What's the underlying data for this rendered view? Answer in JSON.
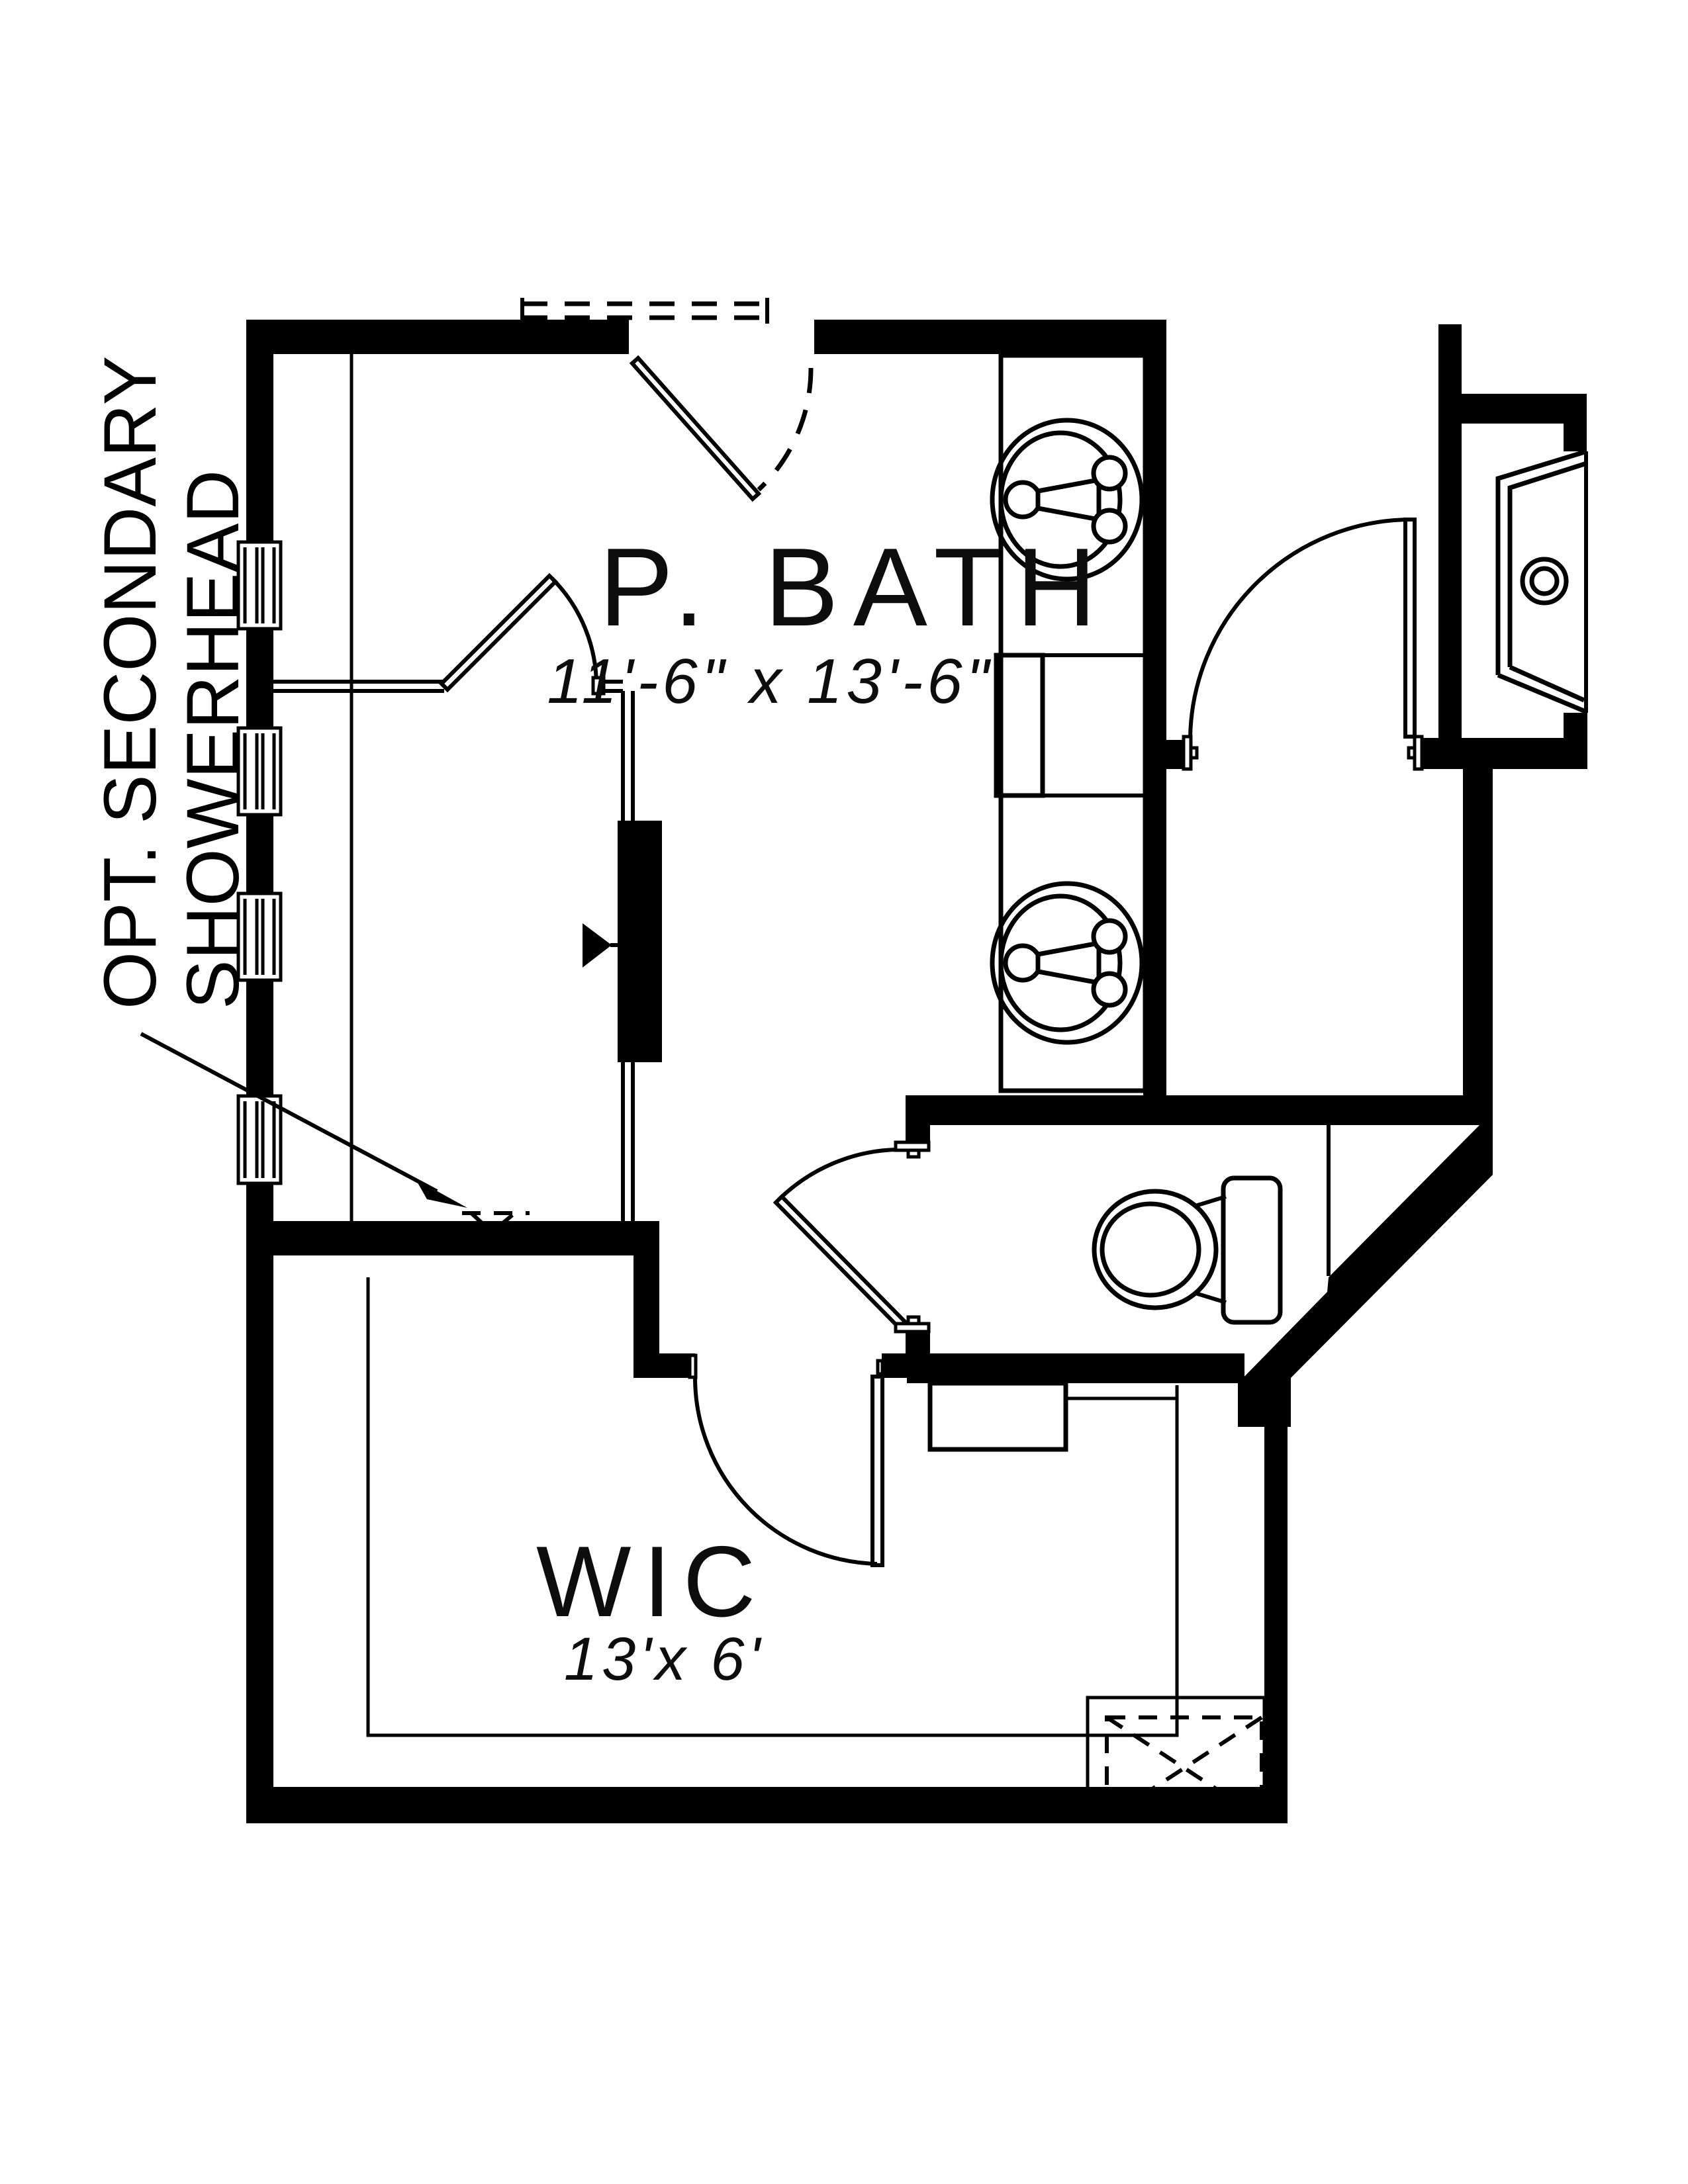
{
  "plan": {
    "type": "floor-plan",
    "rooms": {
      "bath": {
        "label": "P. BATH",
        "dimensions": "11'-6\" x 13'-6\""
      },
      "wic": {
        "label": "WIC",
        "dimensions": "13'x 6'"
      }
    },
    "annotations": {
      "secondary_showerhead_line1": "OPT. SECONDARY",
      "secondary_showerhead_line2": "SHOWERHEAD"
    },
    "fixtures": [
      "shower",
      "double-vanity-sinks",
      "toilet",
      "shower-stall-with-drain",
      "attic-access"
    ],
    "colors": {
      "walls": "#000000",
      "background": "#ffffff",
      "linework": "#000000"
    }
  }
}
